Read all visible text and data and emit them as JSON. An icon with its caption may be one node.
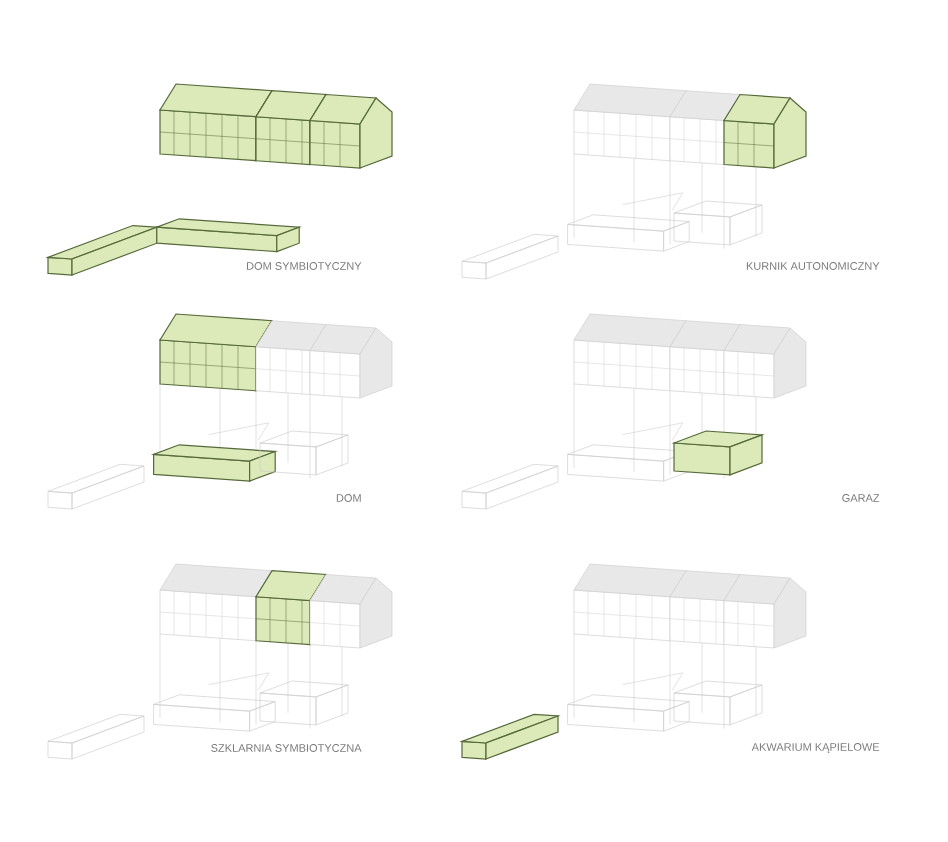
{
  "diagram": {
    "labels": [
      "DOM SYMBIOTYCZNY",
      "KURNIK AUTONOMICZNY",
      "DOM",
      "GARAZ",
      "SZKLARNIA SYMBIOTYCZNA",
      "AKWARIUM KĄPIELOWE"
    ]
  }
}
